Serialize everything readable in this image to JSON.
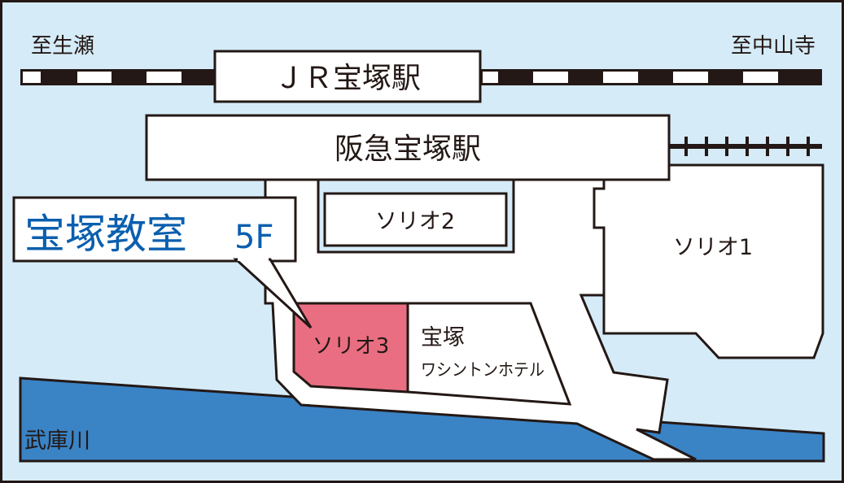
{
  "colors": {
    "background": "#d5ebf8",
    "river": "#3a83c5",
    "highlight": "#e96e81",
    "title": "#0a5fae",
    "line": "#231815"
  },
  "labels": {
    "to_left": "至生瀬",
    "to_right": "至中山寺",
    "jr_station": "ＪＲ宝塚駅",
    "hankyu_station": "阪急宝塚駅",
    "solio2": "ソリオ2",
    "solio1": "ソリオ1",
    "solio3": "ソリオ3",
    "hotel_line1": "宝塚",
    "hotel_line2": "ワシントンホテル",
    "river": "武庫川"
  },
  "callout": {
    "name": "宝塚教室",
    "floor": "5F"
  }
}
